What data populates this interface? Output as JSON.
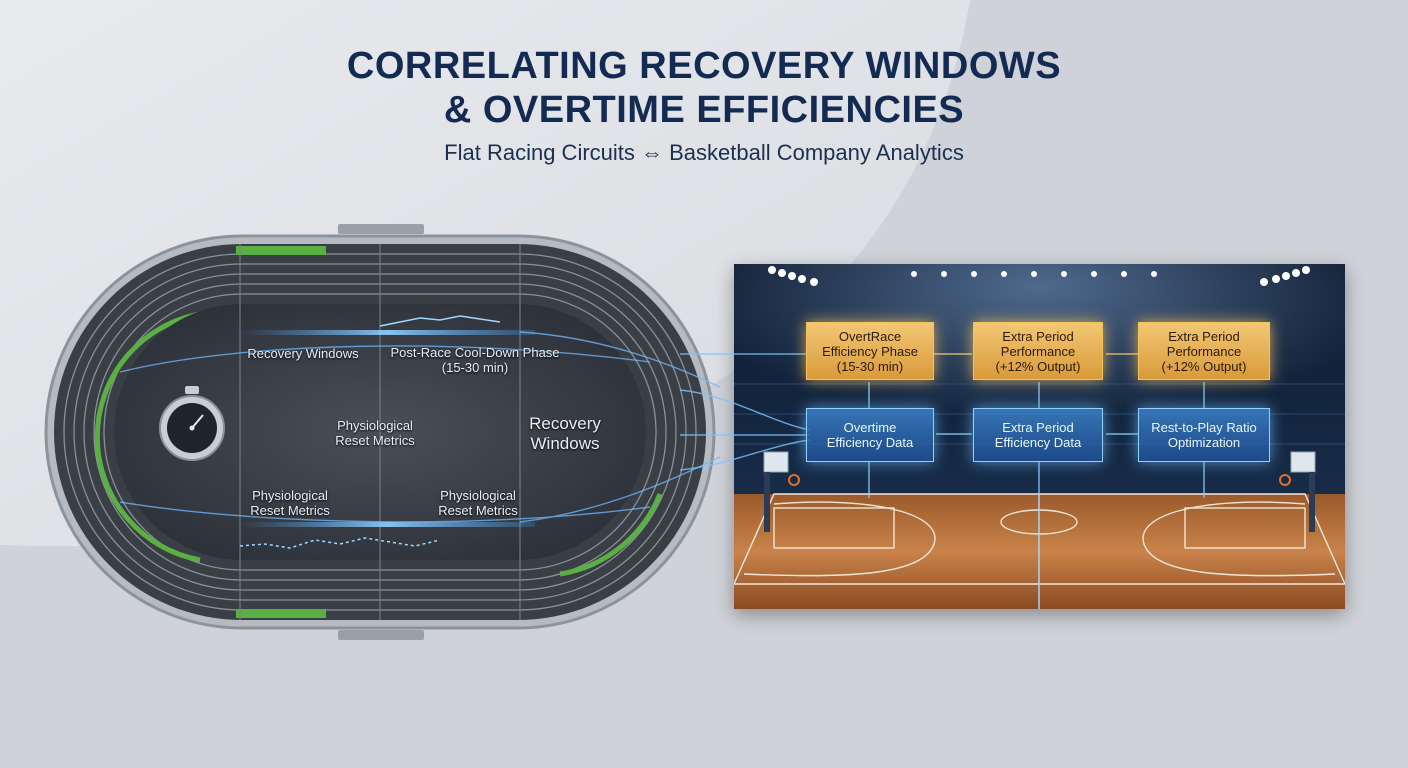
{
  "header": {
    "title_line1": "CORRELATING RECOVERY WINDOWS",
    "title_line2": "& OVERTIME EFFICIENCIES",
    "subtitle": "Flat Racing Circuits ⇔ Basketball Company Analytics"
  },
  "track": {
    "label_recovery_windows": "Recovery Windows",
    "label_cooldown": "Post-Race Cool-Down Phase\n(15-30 min)",
    "label_reset_center": "Physiological\nReset Metrics",
    "label_recovery_big": "Recovery\nWindows",
    "label_reset_left": "Physiological\nReset Metrics",
    "label_reset_right": "Physiological\nReset Metrics",
    "stopwatch_icon": "stopwatch-icon"
  },
  "arena": {
    "top_boxes": [
      {
        "text": "OvertRace\nEfficiency Phase\n(15-30 min)"
      },
      {
        "text": "Extra Period\nPerformance\n(+12% Output)"
      },
      {
        "text": "Extra Period\nPerformance\n(+12% Output)"
      }
    ],
    "bottom_boxes": [
      {
        "text": "Overtime\nEfficiency Data"
      },
      {
        "text": "Extra Period\nEfficiency Data"
      },
      {
        "text": "Rest-to-Play Ratio\nOptimization"
      }
    ]
  },
  "colors": {
    "title": "#132a52",
    "gold": "#f3c774",
    "blue_glow": "#8fd0ff",
    "track_green": "#5bb043",
    "court_wood": "#b7733c"
  }
}
